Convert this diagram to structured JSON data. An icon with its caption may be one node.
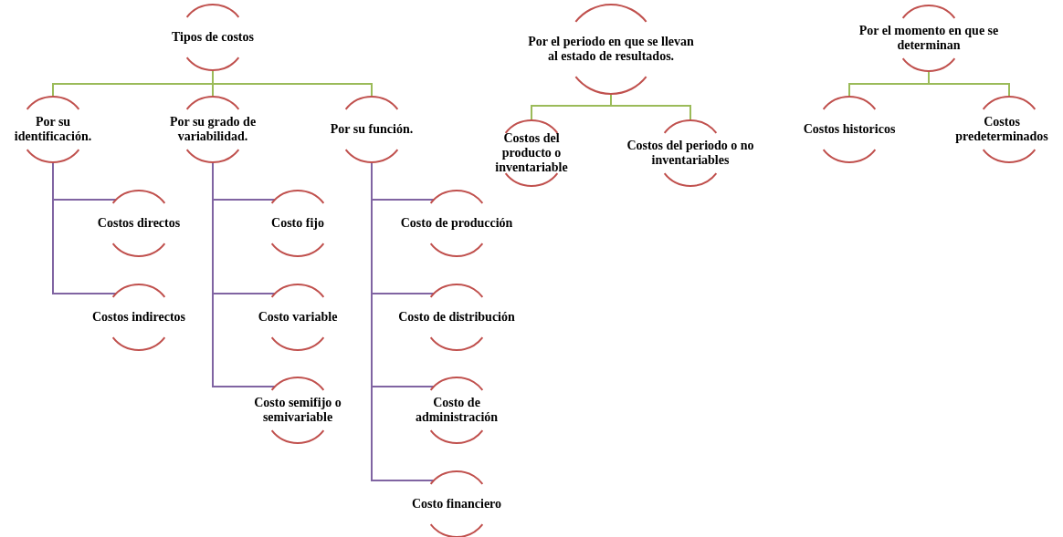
{
  "diagram": {
    "nodes": [
      {
        "text": [
          "Tipos de costos"
        ]
      },
      {
        "text": [
          "Por su identificación."
        ]
      },
      {
        "text": [
          "Por su grado de variabilidad."
        ]
      },
      {
        "text": [
          "Por su función."
        ]
      },
      {
        "text": [
          "Costos directos"
        ]
      },
      {
        "text": [
          "Costos indirectos"
        ]
      },
      {
        "text": [
          "Costo fijo"
        ]
      },
      {
        "text": [
          "Costo variable"
        ]
      },
      {
        "text": [
          "Costo semifijo o semivariable"
        ]
      },
      {
        "text": [
          "Costo de producción"
        ]
      },
      {
        "text": [
          "Costo de distribución"
        ]
      },
      {
        "text": [
          "Costo de administración"
        ]
      },
      {
        "text": [
          "Costo financiero"
        ]
      },
      {
        "text": [
          "Por el periodo en que se llevan al estado de resultados."
        ]
      },
      {
        "text": [
          "Costos del producto o inventariable"
        ]
      },
      {
        "text": [
          "Costos del periodo o no inventariables"
        ]
      },
      {
        "text": [
          "Por el momento en que se determinan"
        ]
      },
      {
        "text": [
          "Costos historicos"
        ]
      },
      {
        "text": [
          "Costos predeterminados"
        ]
      }
    ],
    "edges": [
      {
        "from": 0,
        "to": 1,
        "arrow": "none",
        "color": "#9bbb59"
      },
      {
        "from": 0,
        "to": 2,
        "arrow": "none",
        "color": "#9bbb59"
      },
      {
        "from": 0,
        "to": 3,
        "arrow": "none",
        "color": "#9bbb59"
      },
      {
        "from": 1,
        "to": 4,
        "arrow": "none"
      },
      {
        "from": 1,
        "to": 5,
        "arrow": "none"
      },
      {
        "from": 2,
        "to": 6,
        "arrow": "none"
      },
      {
        "from": 2,
        "to": 7,
        "arrow": "none"
      },
      {
        "from": 2,
        "to": 8,
        "arrow": "none"
      },
      {
        "from": 3,
        "to": 9,
        "arrow": "none"
      },
      {
        "from": 3,
        "to": 10,
        "arrow": "none"
      },
      {
        "from": 3,
        "to": 11,
        "arrow": "none"
      },
      {
        "from": 3,
        "to": 12,
        "arrow": "none"
      },
      {
        "from": 13,
        "to": 14,
        "arrow": "none",
        "color": "#9bbb59"
      },
      {
        "from": 13,
        "to": 15,
        "arrow": "none",
        "color": "#9bbb59"
      },
      {
        "from": 16,
        "to": 17,
        "arrow": "none",
        "color": "#9bbb59"
      },
      {
        "from": 16,
        "to": 18,
        "arrow": "none",
        "color": "#9bbb59"
      }
    ]
  }
}
